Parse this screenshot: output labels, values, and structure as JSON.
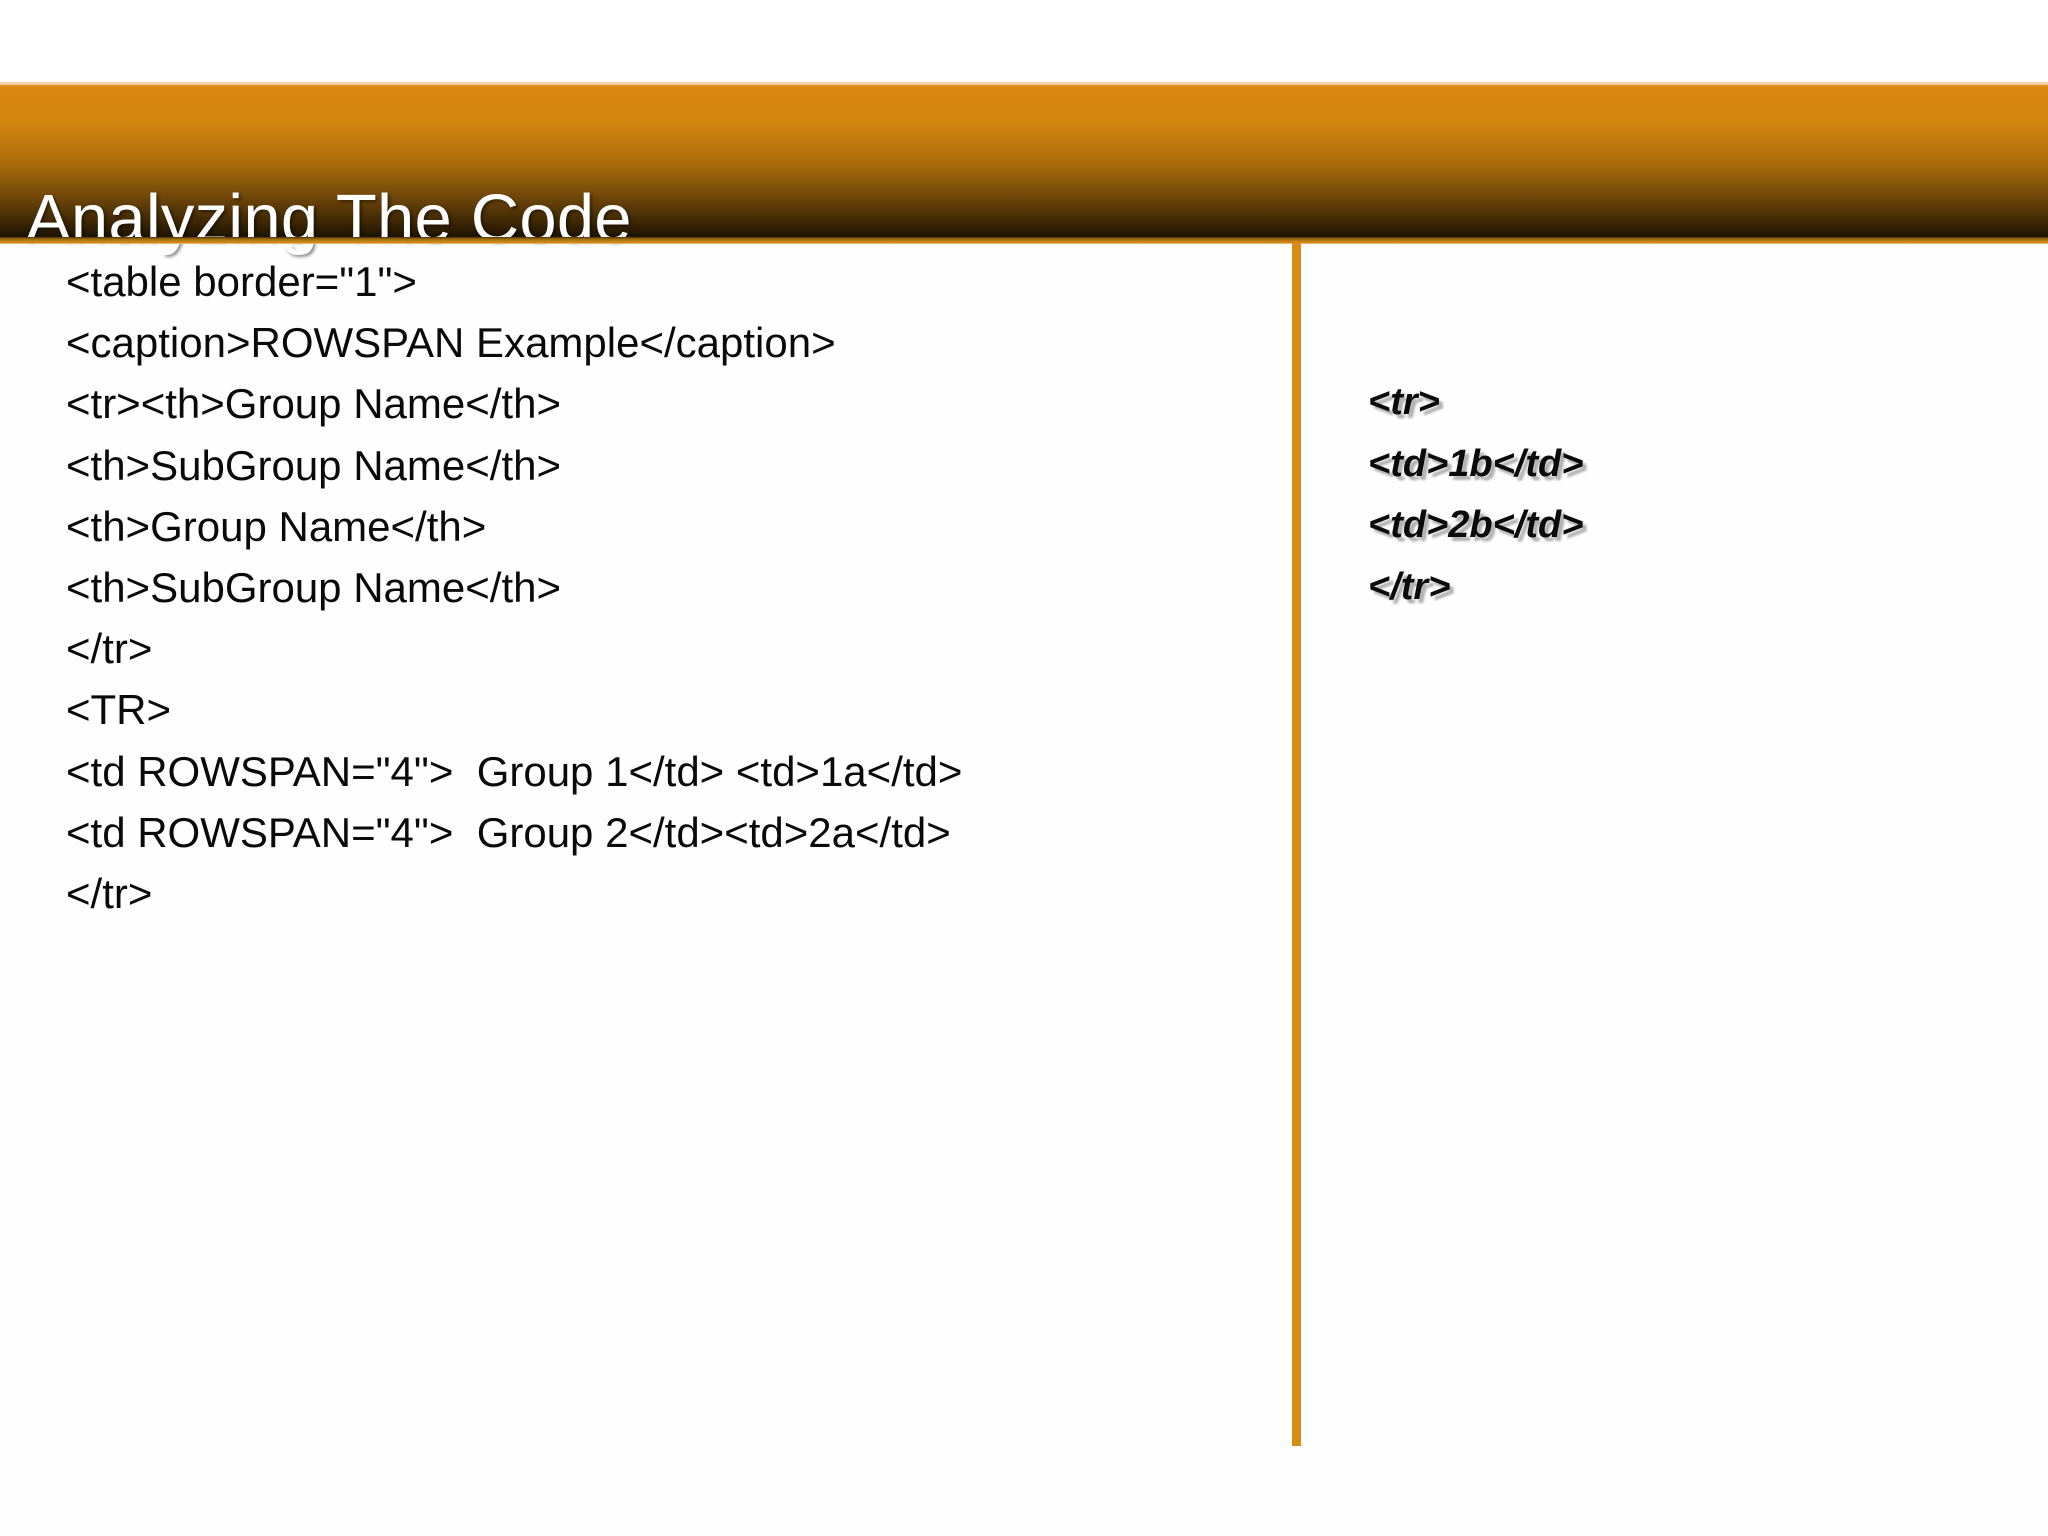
{
  "slide": {
    "title": "Analyzing The Code",
    "accent_color": "#d98c13",
    "title_gradient_top": "#d8860d",
    "title_gradient_bottom": "#1d1302",
    "title_text_color": "#ffffff",
    "body_text_color": "#0a0a0a",
    "background_color": "#ffffff"
  },
  "left_column": {
    "lines": [
      "<table border=\"1\">",
      "<caption>ROWSPAN Example</caption>",
      "<tr><th>Group Name</th>",
      "<th>SubGroup Name</th>",
      "<th>Group Name</th>",
      "<th>SubGroup Name</th>",
      "</tr>",
      "<TR>",
      "<td ROWSPAN=\"4\">  Group 1</td> <td>1a</td>",
      "<td ROWSPAN=\"4\">  Group 2</td><td>2a</td>",
      "</tr>"
    ]
  },
  "right_column": {
    "lines": [
      "<tr>",
      "<td>1b</td>",
      "<td>2b</td>",
      "</tr>"
    ]
  }
}
